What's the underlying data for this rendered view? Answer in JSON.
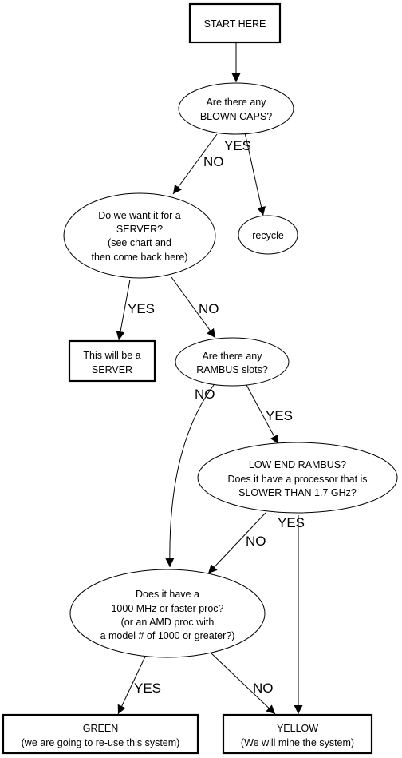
{
  "flowchart": {
    "start": {
      "label": "START HERE"
    },
    "blown_caps": {
      "lines": [
        "Are there any",
        "BLOWN CAPS?"
      ]
    },
    "recycle": {
      "label": "recycle"
    },
    "server_q": {
      "lines": [
        "Do we want it for a",
        "SERVER?",
        "(see chart and",
        "then come back here)"
      ]
    },
    "server_box": {
      "lines": [
        "This will be a",
        "SERVER"
      ]
    },
    "rambus_q": {
      "lines": [
        "Are there any",
        "RAMBUS slots?"
      ]
    },
    "low_end_q": {
      "lines": [
        "LOW END RAMBUS?",
        "Does it have a processor that is",
        "SLOWER THAN 1.7 GHz?"
      ]
    },
    "proc_q": {
      "lines": [
        "Does it have a",
        "1000 MHz or faster proc?",
        "(or an AMD proc with",
        "a model # of 1000 or greater?)"
      ]
    },
    "green": {
      "lines": [
        "GREEN",
        "(we are going to re-use this system)"
      ]
    },
    "yellow": {
      "lines": [
        "YELLOW",
        "(We will mine the system)"
      ]
    },
    "edge_labels": {
      "caps_yes": "YES",
      "caps_no": "NO",
      "server_yes": "YES",
      "server_no": "NO",
      "rambus_no": "NO",
      "rambus_yes": "YES",
      "lowend_yes": "YES",
      "lowend_no": "NO",
      "proc_yes": "YES",
      "proc_no": "NO"
    }
  }
}
